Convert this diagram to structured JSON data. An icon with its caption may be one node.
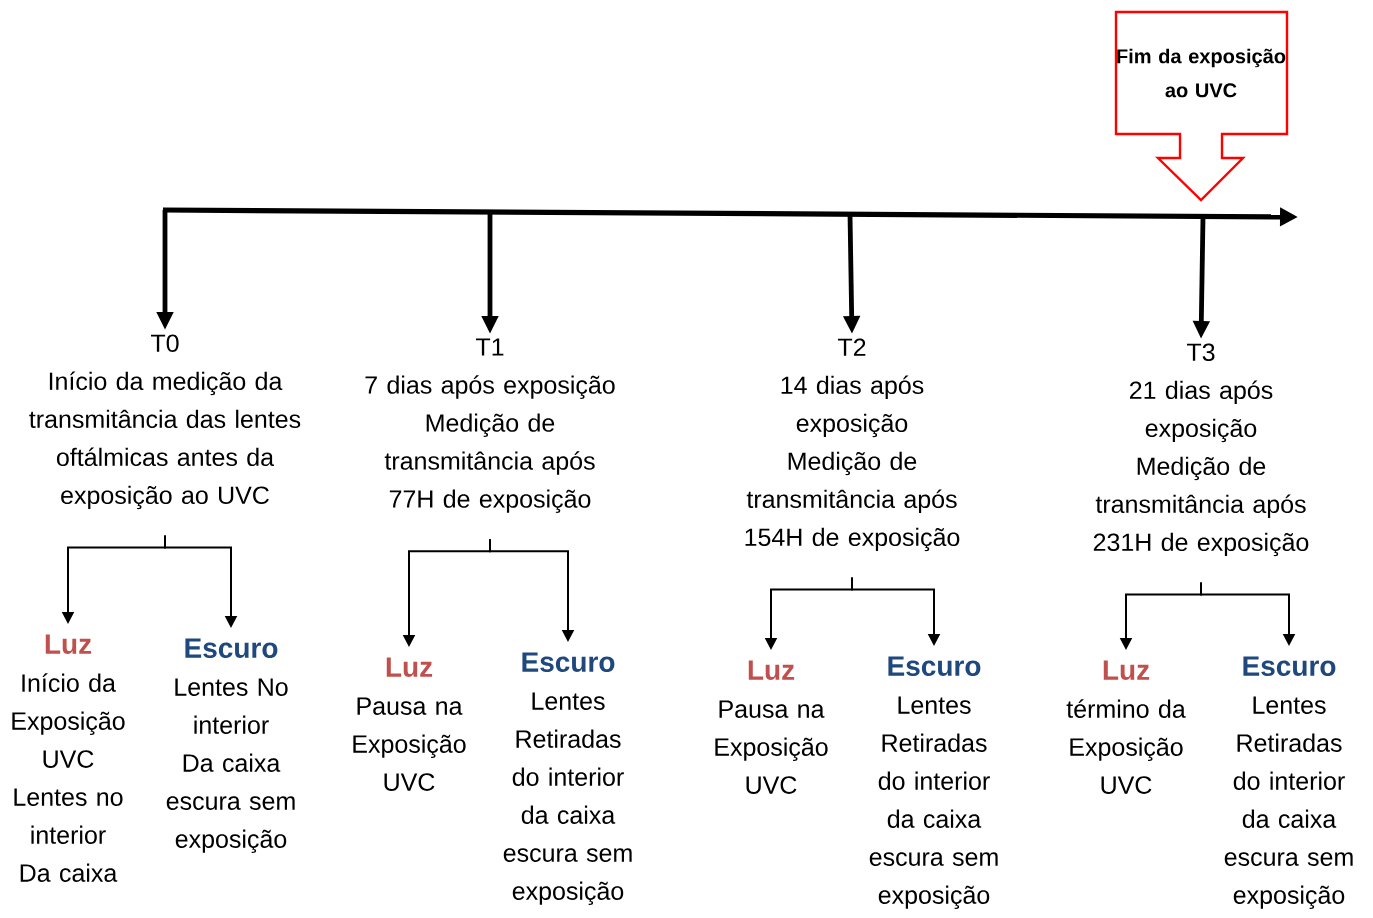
{
  "diagram": {
    "nodes": [
      {
        "text": [
          "Fim da exposição ao UVC"
        ]
      },
      {
        "text": [
          "T0",
          "Início da medição da transmitância das lentes oftálmicas antes da exposição ao UVC"
        ]
      },
      {
        "text": [
          "T1",
          "7 dias após exposição",
          "Medição de transmitância após 77H de exposição"
        ]
      },
      {
        "text": [
          "T2",
          "14 dias após exposição",
          "Medição de transmitância após 154H de exposição"
        ]
      },
      {
        "text": [
          "T3",
          "21 dias após exposição",
          "Medição de transmitância após 231H de exposição"
        ]
      },
      {
        "text": [
          "Luz",
          "Início da Exposição UVC Lentes no interior Da caixa"
        ]
      },
      {
        "text": [
          "Escuro",
          "Lentes No interior Da caixa escura sem exposição"
        ]
      },
      {
        "text": [
          "Luz",
          "Pausa na Exposição UVC"
        ]
      },
      {
        "text": [
          "Escuro",
          "Lentes Retiradas do interior da caixa escura sem exposição"
        ]
      },
      {
        "text": [
          "Luz",
          "Pausa na Exposição UVC"
        ]
      },
      {
        "text": [
          "Escuro",
          "Lentes Retiradas do interior da caixa escura sem exposição"
        ]
      },
      {
        "text": [
          "Luz",
          "término da Exposição UVC"
        ]
      },
      {
        "text": [
          "Escuro",
          "Lentes Retiradas do interior da caixa escura sem exposição"
        ]
      }
    ],
    "edges": [
      {
        "from": null,
        "to": 1,
        "arrow": "to",
        "style": "thick"
      },
      {
        "from": null,
        "to": 2,
        "arrow": "to",
        "style": "thick"
      },
      {
        "from": null,
        "to": 3,
        "arrow": "to",
        "style": "thick"
      },
      {
        "from": null,
        "to": 4,
        "arrow": "to",
        "style": "thick"
      },
      {
        "from": 1,
        "to": 5,
        "arrow": "to"
      },
      {
        "from": 1,
        "to": 6,
        "arrow": "to"
      },
      {
        "from": 2,
        "to": 7,
        "arrow": "to"
      },
      {
        "from": 2,
        "to": 8,
        "arrow": "to"
      },
      {
        "from": 3,
        "to": 9,
        "arrow": "to"
      },
      {
        "from": 3,
        "to": 10,
        "arrow": "to"
      },
      {
        "from": 4,
        "to": 11,
        "arrow": "to"
      },
      {
        "from": 4,
        "to": 12,
        "arrow": "to"
      }
    ]
  }
}
